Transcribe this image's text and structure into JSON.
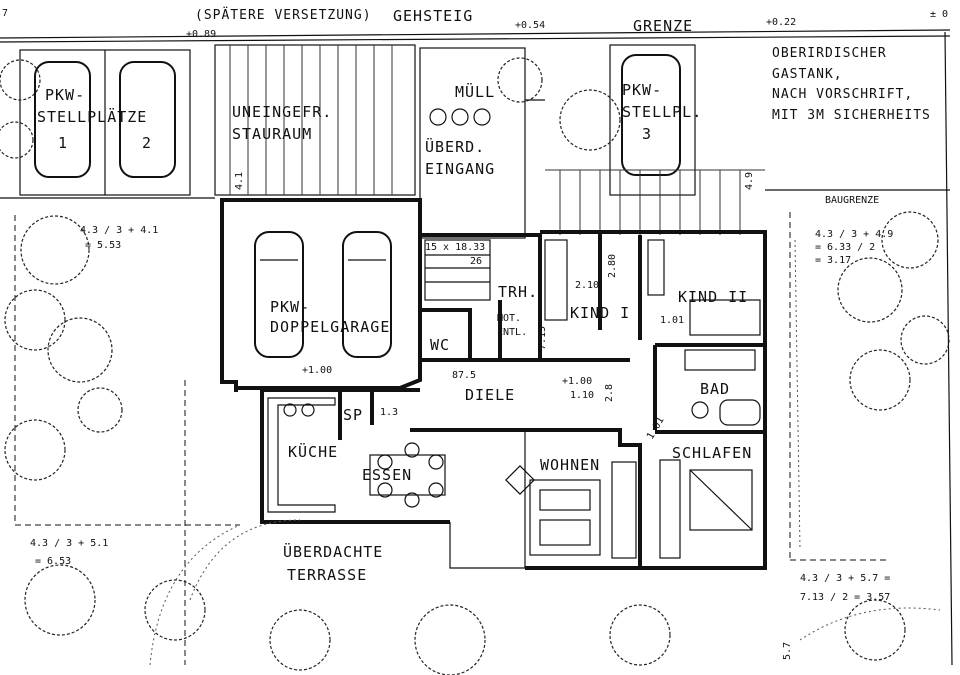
{
  "street": {
    "gehsteig": "GEHSTEIG",
    "grenze": "GRENZE",
    "later_move": "(SPÄTERE VERSETZUNG)",
    "level_left": "+0.89",
    "level_mid": "+0.54",
    "level_right": "+0.22",
    "level_corner": "± 0",
    "edge_mark": "7"
  },
  "rooms": {
    "parking_1_2_a": "PKW-",
    "parking_1_2_b": "STELLPLÄTZE",
    "parking_num_1": "1",
    "parking_num_2": "2",
    "stauraum_a": "UNEINGEFR.",
    "stauraum_b": "STAURAUM",
    "muell": "MÜLL",
    "entrance_a": "ÜBERD.",
    "entrance_b": "EINGANG",
    "parking_3_a": "PKW-",
    "parking_3_b": "STELLPL.",
    "parking_num_3": "3",
    "garage_a": "PKW-",
    "garage_b": "DOPPELGARAGE",
    "trh": "TRH.",
    "mot": "MOT.",
    "entl": "ENTL.",
    "wc": "WC",
    "kind1": "KIND I",
    "kind2": "KIND II",
    "diele": "DIELE",
    "bad": "BAD",
    "sp": "SP",
    "kueche": "KÜCHE",
    "essen": "ESSEN",
    "wohnen": "WOHNEN",
    "schlafen": "SCHLAFEN",
    "terrace_a": "ÜBERDACHTE",
    "terrace_b": "TERRASSE"
  },
  "notes": {
    "tank_1": "OBERIRDISCHER",
    "tank_2": "GASTANK,",
    "tank_3": "NACH VORSCHRIFT,",
    "tank_4": "MIT 3M SICHERHEITS",
    "baugrenze": "BAUGRENZE"
  },
  "dimensions": {
    "left_top_1": "4.3 / 3 + 4.1",
    "left_top_2": "= 5.53",
    "left_bottom_1": "4.3 / 3 + 5.1",
    "left_bottom_2": "= 6.53",
    "right_top_1": "4.3 / 3 + 4.9",
    "right_top_2": "= 6.33 / 2",
    "right_top_3": "= 3.17",
    "right_bottom_1": "4.3 / 3 + 5.7 =",
    "right_bottom_2": "7.13 / 2 = 3.57",
    "stair": "15 x 18.33",
    "stair_26": "26",
    "k1_w": "2.10",
    "k1_h": "2.80",
    "k1_715": "7.15",
    "garage_level": "+1.00",
    "diele_level": "+1.00",
    "diele_level2": "1.10",
    "d_875": "87.5",
    "d_13": "1.3",
    "d_101": "1.01",
    "d_28": "2.8",
    "d_101b": "1.01",
    "side_57": "5.7",
    "side_41": "4.1",
    "side_49": "4.9"
  }
}
